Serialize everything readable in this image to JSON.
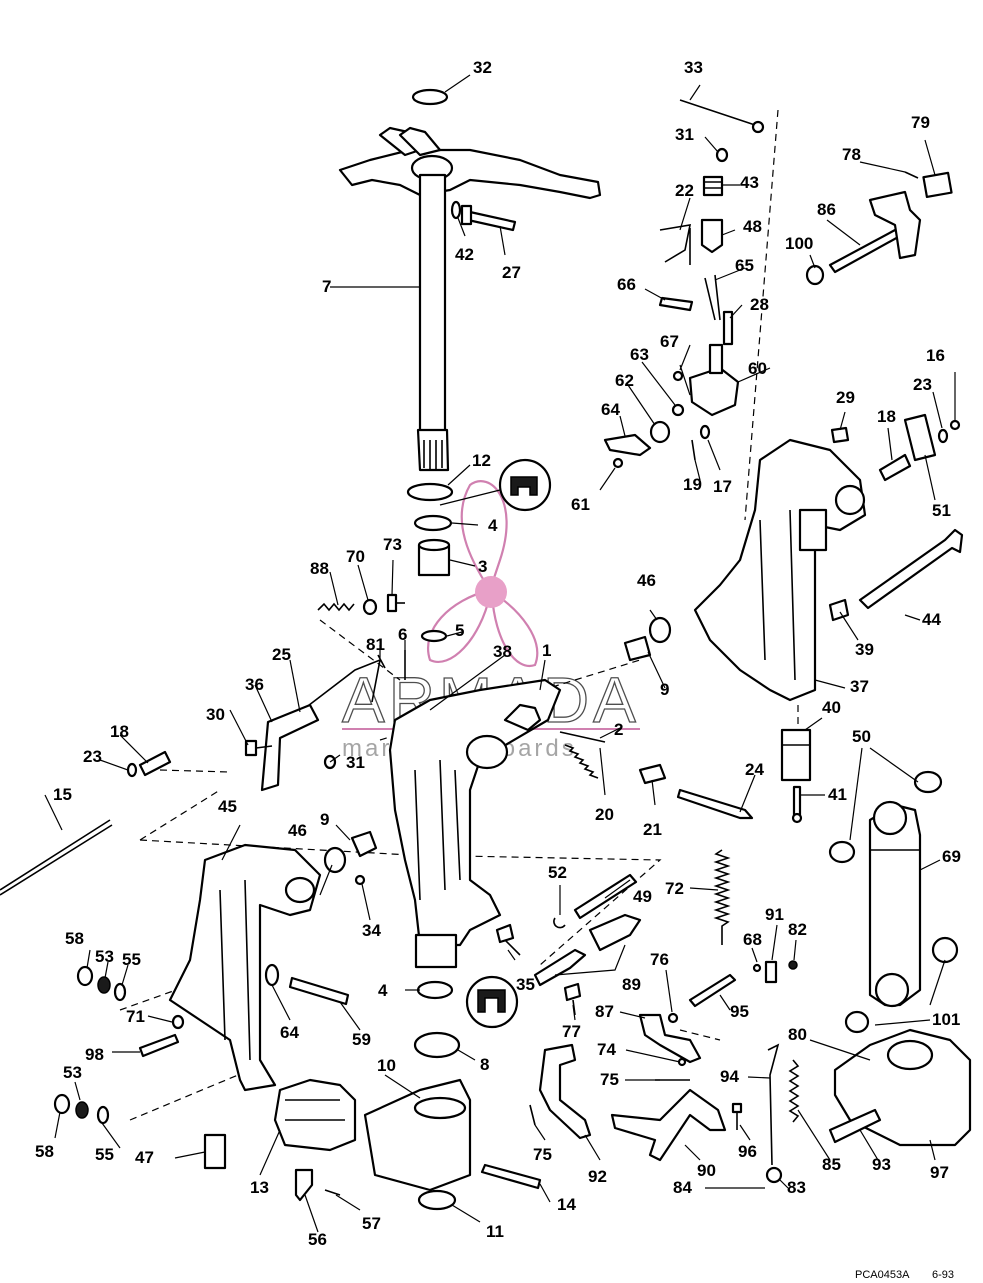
{
  "watermark": {
    "brand": "ARMADA",
    "tagline": "marine outboards",
    "accent_color": "#e8a0c8",
    "line_color": "#d080b0"
  },
  "footer": {
    "code": "PCA0453A",
    "date": "6-93"
  },
  "callouts": {
    "c1": "1",
    "c2": "2",
    "c3": "3",
    "c4a": "4",
    "c4b": "4",
    "c5": "5",
    "c6": "6",
    "c7": "7",
    "c8": "8",
    "c9a": "9",
    "c9b": "9",
    "c10": "10",
    "c11": "11",
    "c12": "12",
    "c13": "13",
    "c14": "14",
    "c15": "15",
    "c16": "16",
    "c17": "17",
    "c18a": "18",
    "c18b": "18",
    "c19": "19",
    "c20": "20",
    "c21": "21",
    "c22": "22",
    "c23a": "23",
    "c23b": "23",
    "c24": "24",
    "c25": "25",
    "c27": "27",
    "c28": "28",
    "c29": "29",
    "c30": "30",
    "c31a": "31",
    "c31b": "31",
    "c32": "32",
    "c33": "33",
    "c34": "34",
    "c35": "35",
    "c36": "36",
    "c37": "37",
    "c38": "38",
    "c39": "39",
    "c40": "40",
    "c41": "41",
    "c42": "42",
    "c43": "43",
    "c44": "44",
    "c45": "45",
    "c46a": "46",
    "c46b": "46",
    "c47": "47",
    "c48": "48",
    "c49": "49",
    "c50": "50",
    "c51": "51",
    "c52": "52",
    "c53a": "53",
    "c53b": "53",
    "c55a": "55",
    "c55b": "55",
    "c56": "56",
    "c57": "57",
    "c58a": "58",
    "c58b": "58",
    "c59": "59",
    "c60": "60",
    "c61": "61",
    "c62": "62",
    "c63": "63",
    "c64a": "64",
    "c64b": "64",
    "c65": "65",
    "c66": "66",
    "c67": "67",
    "c68": "68",
    "c69": "69",
    "c70": "70",
    "c71": "71",
    "c72": "72",
    "c73": "73",
    "c74": "74",
    "c75a": "75",
    "c75b": "75",
    "c76": "76",
    "c77": "77",
    "c78": "78",
    "c79": "79",
    "c80": "80",
    "c81": "81",
    "c82": "82",
    "c83": "83",
    "c84": "84",
    "c85": "85",
    "c86": "86",
    "c87": "87",
    "c88": "88",
    "c89": "89",
    "c90": "90",
    "c91": "91",
    "c92": "92",
    "c93": "93",
    "c94": "94",
    "c95": "95",
    "c96": "96",
    "c97": "97",
    "c98": "98",
    "c100": "100",
    "c101": "101"
  }
}
